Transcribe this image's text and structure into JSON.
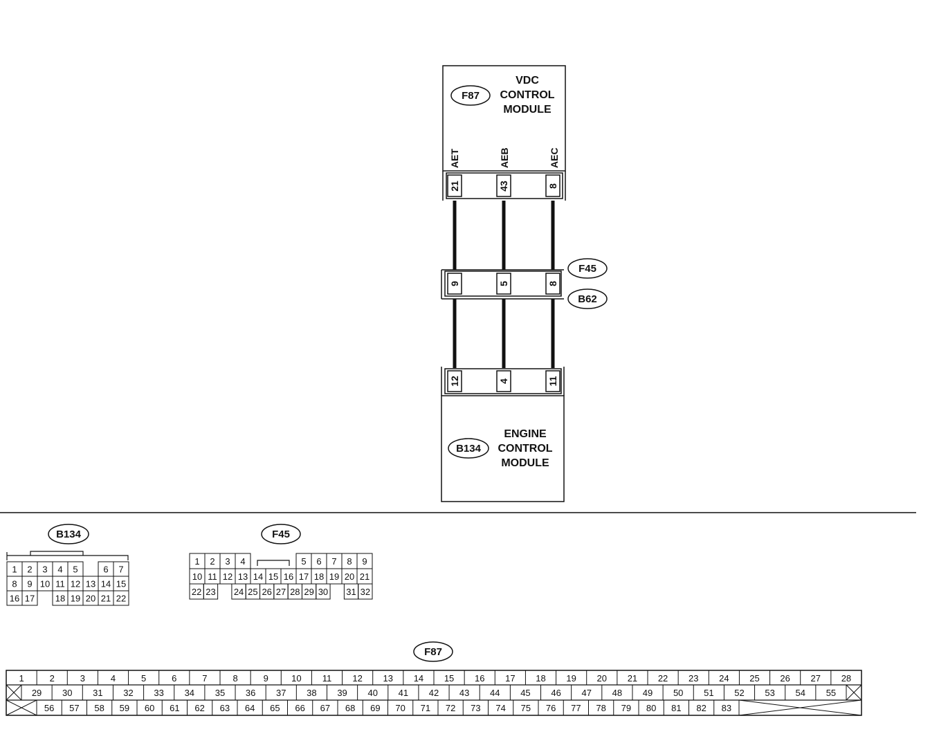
{
  "modules": {
    "vdc": {
      "code": "F87",
      "lines": [
        "VDC",
        "CONTROL",
        "MODULE"
      ]
    },
    "ecm": {
      "code": "B134",
      "lines": [
        "ENGINE",
        "CONTROL",
        "MODULE"
      ]
    }
  },
  "signals": [
    "AET",
    "AEB",
    "AEC"
  ],
  "vdc_pins": [
    "21",
    "43",
    "8"
  ],
  "joint": {
    "upper_tag": "F45",
    "lower_tag": "B62",
    "pins": [
      "9",
      "5",
      "8"
    ]
  },
  "ecm_pins": [
    "12",
    "4",
    "11"
  ],
  "face_views": {
    "b134": {
      "tag": "B134",
      "rows": [
        [
          "1",
          "2",
          "3",
          "4",
          "5",
          "",
          "6",
          "7"
        ],
        [
          "8",
          "9",
          "10",
          "11",
          "12",
          "13",
          "14",
          "15"
        ],
        [
          "16",
          "17",
          "",
          "18",
          "19",
          "20",
          "21",
          "22"
        ]
      ]
    },
    "f45": {
      "tag": "F45",
      "rows": [
        [
          "1",
          "2",
          "3",
          "4",
          "",
          "",
          "",
          "5",
          "6",
          "7",
          "8",
          "9"
        ],
        [
          "10",
          "11",
          "12",
          "13",
          "14",
          "15",
          "16",
          "17",
          "18",
          "19",
          "20",
          "21"
        ],
        [
          "22",
          "23",
          "",
          "24",
          "25",
          "26",
          "27",
          "28",
          "29",
          "30",
          "",
          "31",
          "32"
        ]
      ]
    },
    "f87": {
      "tag": "F87",
      "row1": [
        "1",
        "2",
        "3",
        "4",
        "5",
        "6",
        "7",
        "8",
        "9",
        "10",
        "11",
        "12",
        "13",
        "14",
        "15",
        "16",
        "17",
        "18",
        "19",
        "20",
        "21",
        "22",
        "23",
        "24",
        "25",
        "26",
        "27",
        "28"
      ],
      "row2": [
        "29",
        "30",
        "31",
        "32",
        "33",
        "34",
        "35",
        "36",
        "37",
        "38",
        "39",
        "40",
        "41",
        "42",
        "43",
        "44",
        "45",
        "46",
        "47",
        "48",
        "49",
        "50",
        "51",
        "52",
        "53",
        "54",
        "55"
      ],
      "row3": [
        "56",
        "57",
        "58",
        "59",
        "60",
        "61",
        "62",
        "63",
        "64",
        "65",
        "66",
        "67",
        "68",
        "69",
        "70",
        "71",
        "72",
        "73",
        "74",
        "75",
        "76",
        "77",
        "78",
        "79",
        "80",
        "81",
        "82",
        "83"
      ]
    }
  }
}
